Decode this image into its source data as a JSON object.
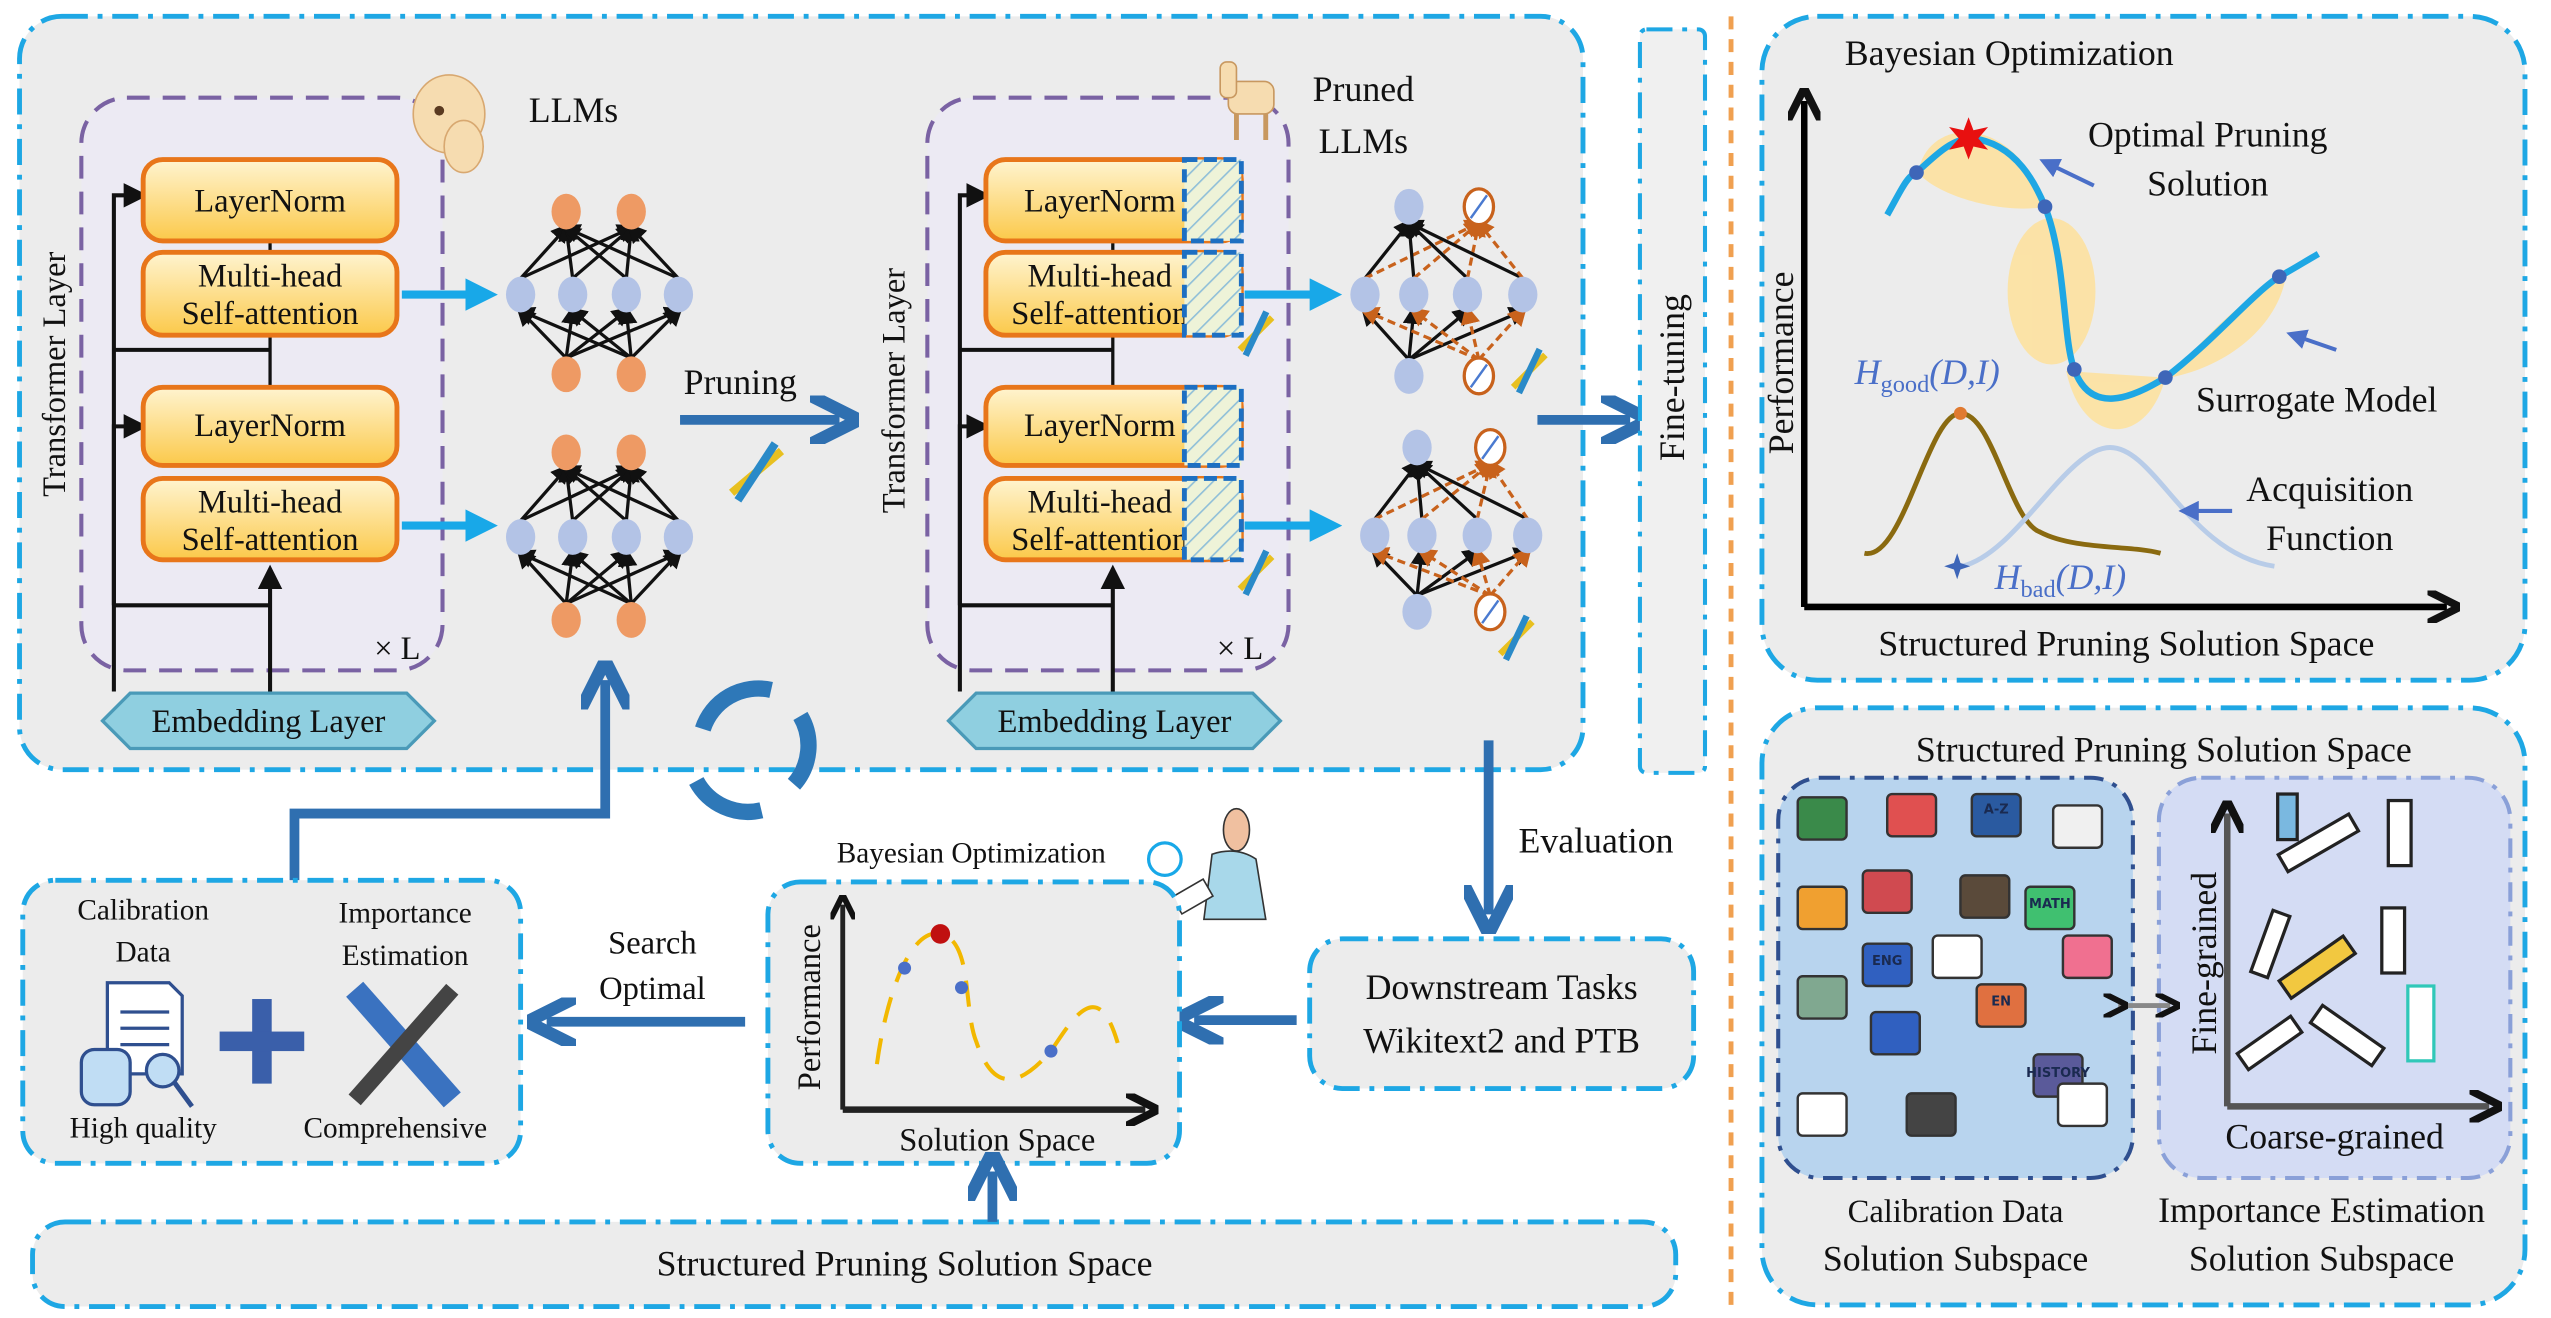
{
  "main_pipeline": {
    "transformer_layer_label": "Transformer Layer",
    "layernorm": "LayerNorm",
    "mha_line1": "Multi-head",
    "mha_line2": "Self-attention",
    "repeat": "× L",
    "embedding": "Embedding Layer",
    "llms": "LLMs",
    "pruned_llms_line1": "Pruned",
    "pruned_llms_line2": "LLMs",
    "pruning": "Pruning",
    "fine_tuning": "Fine-tuning",
    "evaluation": "Evaluation"
  },
  "downstream": {
    "line1": "Downstream Tasks",
    "line2": "Wikitext2 and PTB"
  },
  "search_optimal": {
    "line1": "Search",
    "line2": "Optimal"
  },
  "bo_small": {
    "title": "Bayesian Optimization",
    "ylabel": "Performance",
    "xlabel": "Solution Space"
  },
  "calibration_panel": {
    "calib_line1": "Calibration",
    "calib_line2": "Data",
    "imp_line1": "Importance",
    "imp_line2": "Estimation",
    "high_quality": "High quality",
    "comprehensive": "Comprehensive"
  },
  "bottom_bar": {
    "label": "Structured Pruning Solution Space"
  },
  "bo_panel": {
    "title": "Bayesian Optimization",
    "ylabel": "Performance",
    "xlabel": "Structured Pruning Solution Space",
    "optimal_line1": "Optimal Pruning",
    "optimal_line2": "Solution",
    "surrogate": "Surrogate Model",
    "acq_line1": "Acquisition",
    "acq_line2": "Function",
    "h_good_main": "H",
    "h_good_sub": "good",
    "h_good_args": "(D,I)",
    "h_bad_main": "H",
    "h_bad_sub": "bad",
    "h_bad_args": "(D,I)"
  },
  "subspace_panel": {
    "title": "Structured Pruning Solution Space",
    "fine": "Fine-grained",
    "coarse": "Coarse-grained",
    "calib_caption_line1": "Calibration Data",
    "calib_caption_line2": "Solution Subspace",
    "imp_caption_line1": "Importance Estimation",
    "imp_caption_line2": "Solution Subspace",
    "book_labels": [
      "A-Z",
      "ENG",
      "EN",
      "MATH",
      "HISTORY"
    ]
  },
  "colors": {
    "frame_blue": "#1ea7e4",
    "arrow_blue": "#2f6fb0",
    "orange": "#e8761a",
    "node_blue": "#b3c3e6",
    "node_orange": "#ee9a64",
    "divider": "#f0a050"
  }
}
